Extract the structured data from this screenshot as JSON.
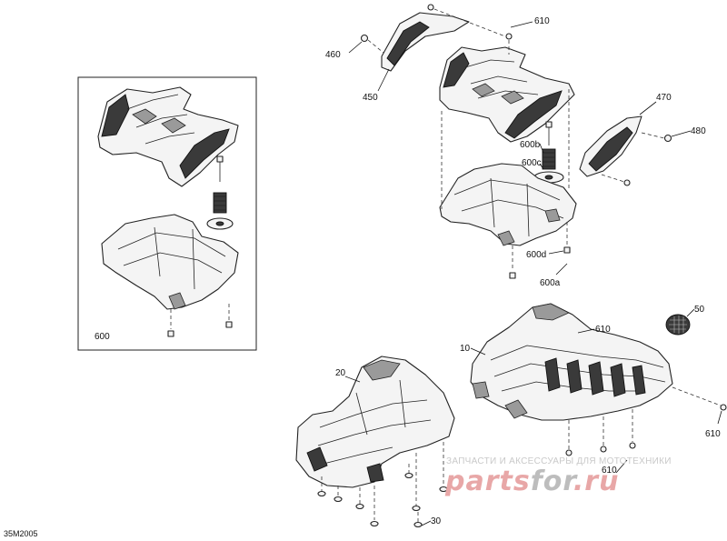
{
  "diagram_id": "35M2005",
  "watermark": {
    "caption": "ЗАПЧАСТИ И АКСЕССУАРЫ ДЛЯ МОТОТЕХНИКИ",
    "brand_part1": "parts",
    "brand_part2": "for",
    "brand_part3": ".ru",
    "color_red": "#e8a7a7",
    "color_grey": "#bdbdbd"
  },
  "callouts": {
    "c10": "10",
    "c20": "20",
    "c30": "30",
    "c50": "50",
    "c450": "450",
    "c460": "460",
    "c470": "470",
    "c480": "480",
    "c600": "600",
    "c600a": "600a",
    "c600b": "600b",
    "c600c": "600c",
    "c600d": "600d",
    "c610_top": "610",
    "c610_mid": "610",
    "c610_right": "610",
    "c610_low": "610"
  }
}
